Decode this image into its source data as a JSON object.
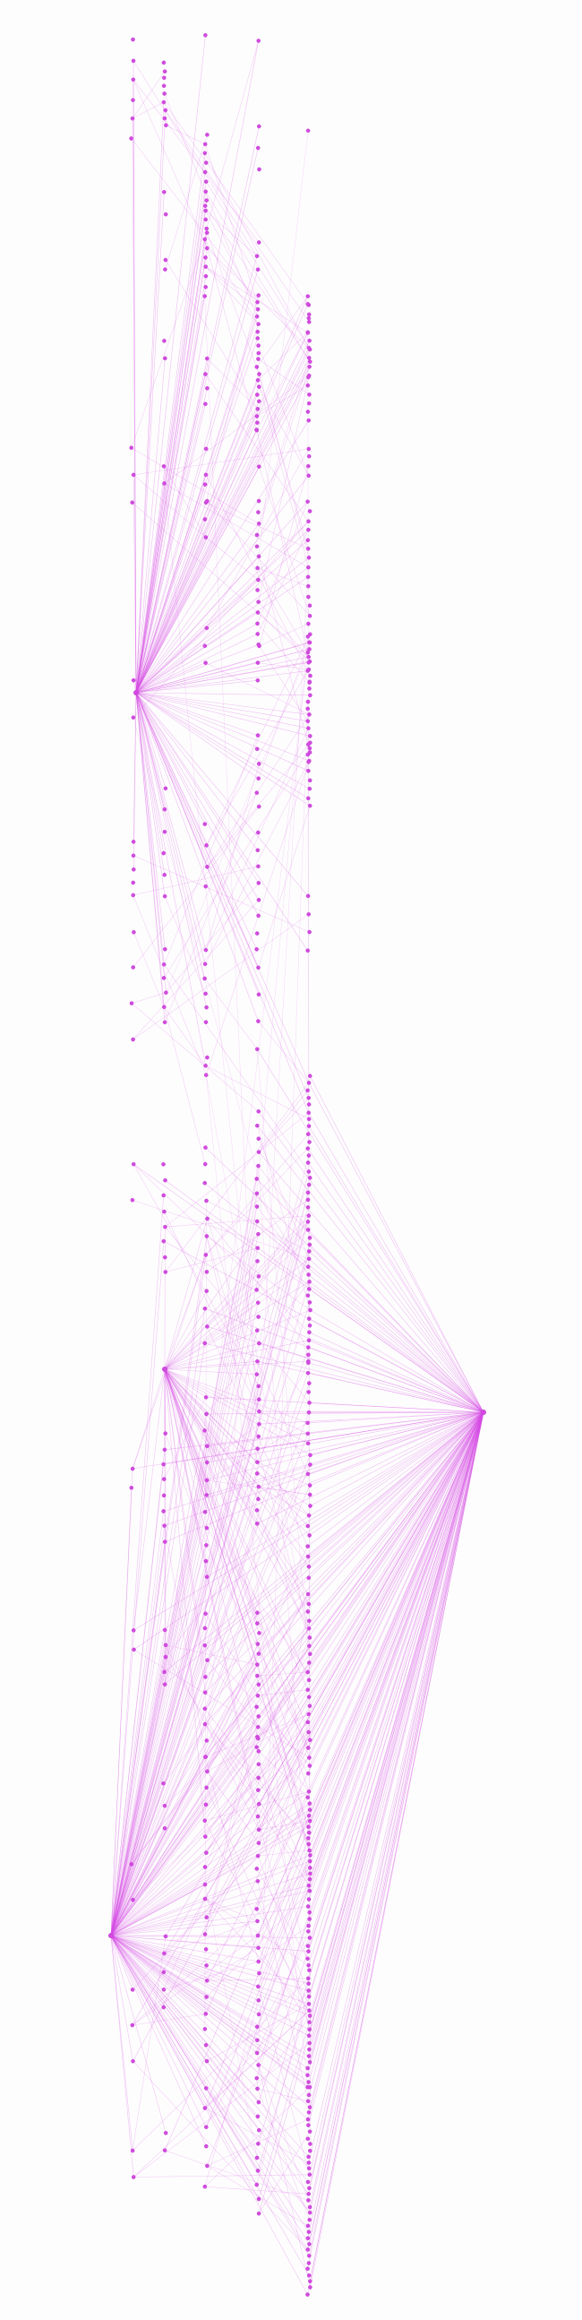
{
  "diagram": {
    "type": "network-graph",
    "colors": {
      "background": "#fdfdfd",
      "node_fill": "#d24ae0",
      "node_stroke": "#c13fd2",
      "edge": "#d74de6"
    },
    "node_shape": "circle-icon",
    "labels_shown": false,
    "layout": "layered-vertical-columns",
    "node_columns": 6,
    "approx_node_count": 420,
    "hub_node_count": 4
  }
}
